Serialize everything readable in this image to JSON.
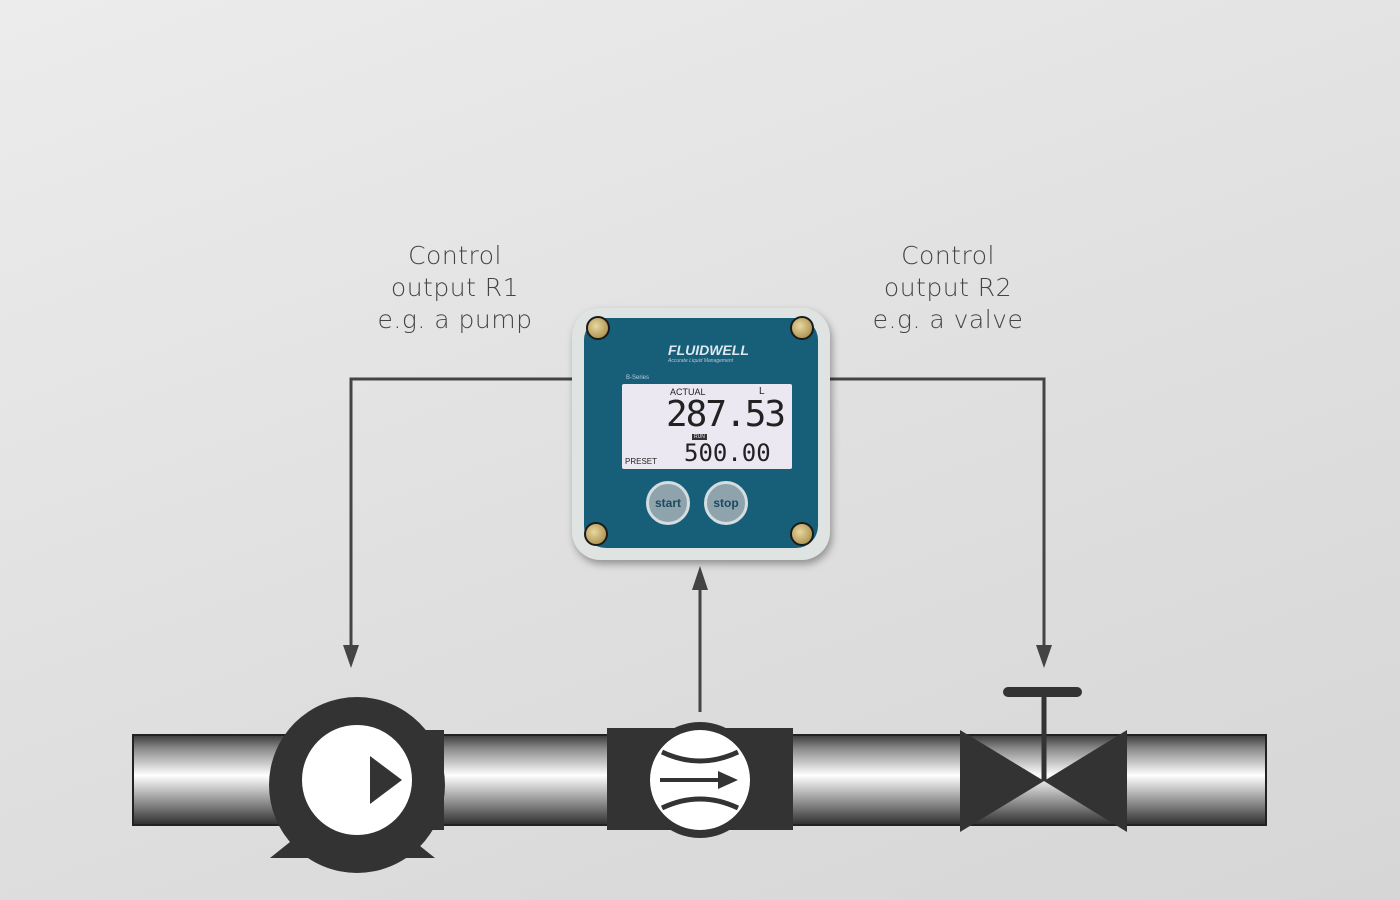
{
  "labels": {
    "left": [
      "Control",
      "output R1",
      "e.g. a pump"
    ],
    "right": [
      "Control",
      "output R2",
      "e.g. a valve"
    ]
  },
  "device": {
    "brand": "FLUIDWELL",
    "tagline": "Accurate Liquid Management",
    "series": "B-Series",
    "actual_label": "ACTUAL",
    "unit": "L",
    "actual_value": "287.53",
    "run_label": "RUN",
    "preset_label": "PRESET",
    "preset_value": "500.00",
    "start_button": "start",
    "stop_button": "stop"
  },
  "colors": {
    "line": "#444444",
    "symbol": "#333333",
    "face": "#175e78"
  }
}
